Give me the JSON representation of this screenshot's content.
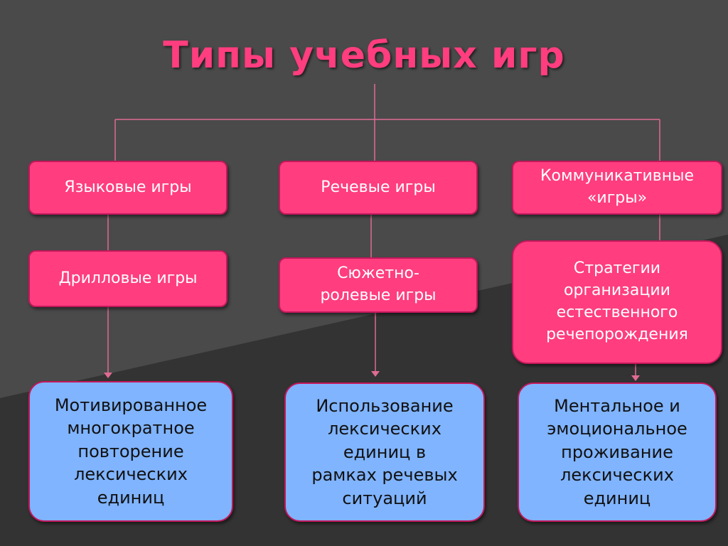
{
  "title": "Типы учебных игр",
  "columns": [
    {
      "category": "Языковые игры",
      "subtype": "Дрилловые игры",
      "description": "Мотивированное\nмногократное\nповторение\nлексических\nединиц"
    },
    {
      "category": "Речевые игры",
      "subtype": "Сюжетно-\nролевые игры",
      "description": "Использование\nлексических\nединиц в\nрамках речевых\nситуаций"
    },
    {
      "category": "Коммуникативные\n«игры»",
      "subtype": "Стратегии\nорганизации\nестественного\nречепорождения",
      "description": "Ментальное и\nэмоциональное\nпроживание\nлексических\nединиц"
    }
  ],
  "colors": {
    "background": "#3b3b3b",
    "accent_pink": "#ff3d7f",
    "box_blue": "#80b4ff",
    "border": "#c2185b"
  }
}
